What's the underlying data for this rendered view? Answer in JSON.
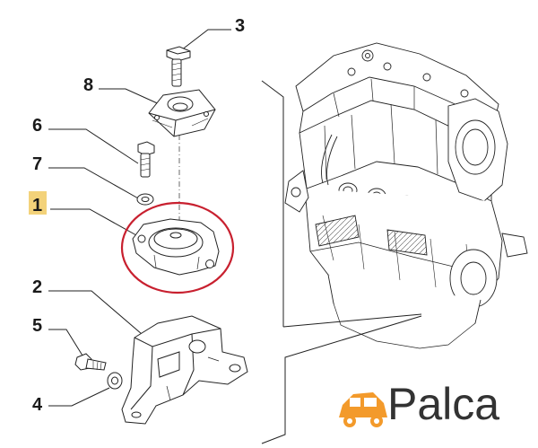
{
  "callouts": {
    "c3": "3",
    "c8": "8",
    "c6": "6",
    "c7": "7",
    "c1": "1",
    "c2": "2",
    "c5": "5",
    "c4": "4"
  },
  "brand": {
    "name": "Palca"
  },
  "colors": {
    "highlight": "#f3d27a",
    "circle": "#c8202f",
    "brand_car": "#f39a2b",
    "ink": "#1a1a1a"
  }
}
